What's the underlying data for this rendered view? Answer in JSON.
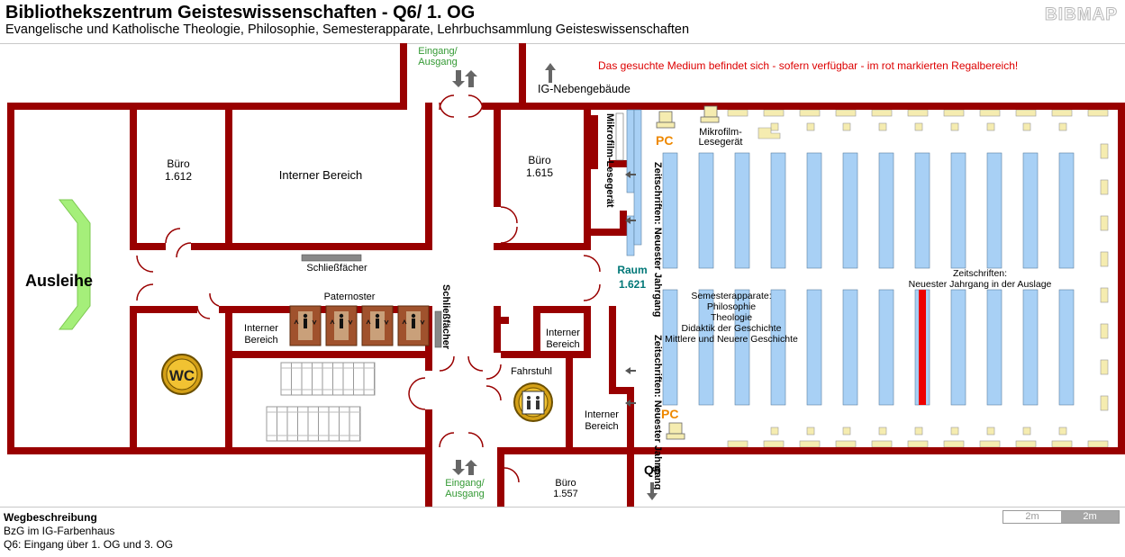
{
  "header": {
    "title": "Bibliothekszentrum Geisteswissenschaften - Q6/ 1. OG",
    "subtitle": "Evangelische und Katholische Theologie, Philosophie, Semesterapparate, Lehrbuchsammlung Geisteswissenschaften",
    "logo": "BIBMAP"
  },
  "notice": "Das gesuchte Medium befindet sich - sofern verfügbar -  im rot markierten Regalbereich!",
  "colors": {
    "wall": "#990000",
    "shelf": "#a8d0f5",
    "shelf_highlight": "#ee0000",
    "desk": "#f5ecb0",
    "counter": "#a5ef7a",
    "entrance_text": "#339933",
    "notice_text": "#dd0000",
    "room_label": "#007777",
    "pc_label": "#ee8800"
  },
  "labels": {
    "eingang_top_1": "Eingang/",
    "eingang_top_2": "Ausgang",
    "ig_neben": "IG-Nebengebäude",
    "buero_612_1": "Büro",
    "buero_612_2": "1.612",
    "interner_bereich_top": "Interner Bereich",
    "buero_615_1": "Büro",
    "buero_615_2": "1.615",
    "mikrofilm_vertical": "Mikrofilm-Lesegerät",
    "pc_top": "PC",
    "mikrofilm_top_1": "Mikrofilm-",
    "mikrofilm_top_2": "Lesegerät",
    "zeitschriften_upper": "Zeitschriften: Neuester Jahrgang",
    "zeitschriften_lower": "Zeitschriften: Neuester Jahrgang",
    "ausleihe": "Ausleihe",
    "schliessfaecher_h": "Schließfächer",
    "schliessfaecher_v": "Schließfächer",
    "raum_1": "Raum",
    "raum_2": "1.621",
    "paternoster": "Paternoster",
    "intern_left_1": "Interner",
    "intern_left_2": "Bereich",
    "intern_mid_1": "Interner",
    "intern_mid_2": "Bereich",
    "intern_bot_1": "Interner",
    "intern_bot_2": "Bereich",
    "fahrstuhl": "Fahrstuhl",
    "wc": "WC",
    "zeit_auslage_1": "Zeitschriften:",
    "zeit_auslage_2": "Neuester Jahrgang in der Auslage",
    "sem_1": "Semesterapparate:",
    "sem_2": "Philosophie",
    "sem_3": "Theologie",
    "sem_4": "Didaktik der Geschichte",
    "sem_5": "Mittlere und Neuere Geschichte",
    "pc_bottom": "PC",
    "q5": "Q5",
    "eingang_bot_1": "Eingang/",
    "eingang_bot_2": "Ausgang",
    "buero_557_1": "Büro",
    "buero_557_2": "1.557"
  },
  "shelves": {
    "top_row": [
      true,
      true,
      true,
      true,
      true,
      true,
      true,
      true,
      true,
      true,
      true,
      true
    ],
    "bottom_row": [
      false,
      false,
      false,
      false,
      false,
      false,
      false,
      true,
      false,
      false,
      false,
      false
    ],
    "highlight_index": 7
  },
  "footer": {
    "wegbeschreibung_title": "Wegbeschreibung",
    "line1": "BzG im IG-Farbenhaus",
    "line2": "Q6: Eingang über 1. OG und 3. OG",
    "scale_1": "2m",
    "scale_2": "2m"
  }
}
